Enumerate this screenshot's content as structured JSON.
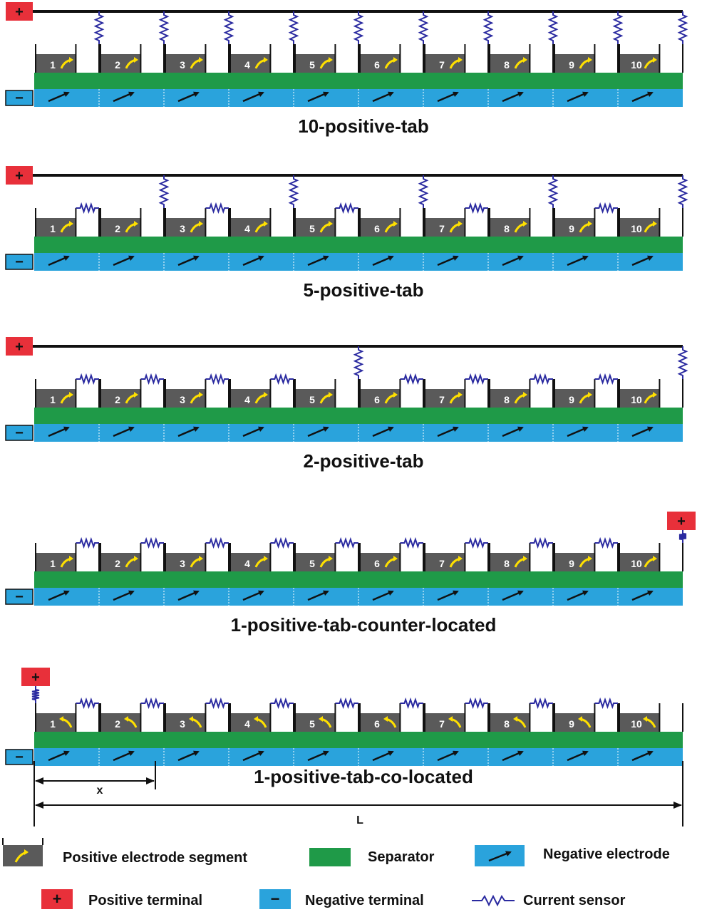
{
  "diagrams": [
    {
      "id": "p10",
      "title": "10-positive-tab",
      "plus_side": "left",
      "sensor_tabs": [
        1,
        2,
        3,
        4,
        5,
        6,
        7,
        8,
        9,
        10
      ],
      "arrow": "up"
    },
    {
      "id": "p5",
      "title": "5-positive-tab",
      "plus_side": "left",
      "sensor_tabs": [
        2,
        4,
        6,
        8,
        10
      ],
      "arrow": "up"
    },
    {
      "id": "p2",
      "title": "2-positive-tab",
      "plus_side": "left",
      "sensor_tabs": [
        5,
        10
      ],
      "arrow": "up"
    },
    {
      "id": "p1c",
      "title": "1-positive-tab-counter-located",
      "plus_side": "right",
      "sensor_tabs": [
        10
      ],
      "arrow": "up"
    },
    {
      "id": "p1co",
      "title": "1-positive-tab-co-located",
      "plus_side": "left",
      "sensor_tabs": [
        1
      ],
      "arrow": "back"
    }
  ],
  "segments": [
    "1",
    "2",
    "3",
    "4",
    "5",
    "6",
    "7",
    "8",
    "9",
    "10"
  ],
  "terminals": {
    "plus": "+",
    "minus": "−"
  },
  "dimensions": {
    "x_label": "x",
    "L_label": "L"
  },
  "legend": {
    "positive_segment": "Positive electrode segment",
    "separator": "Separator",
    "negative_electrode": "Negative electrode",
    "positive_terminal": "Positive terminal",
    "negative_terminal": "Negative terminal",
    "current_sensor": "Current sensor"
  },
  "colors": {
    "positive": "#5a5a5a",
    "separator": "#1f9a48",
    "negative": "#2aa3dc",
    "plus_terminal": "#e8303a",
    "sensor": "#2a2aa0",
    "wire": "#111111",
    "arrow_pos": "#ffe000",
    "arrow_neg": "#111111"
  }
}
